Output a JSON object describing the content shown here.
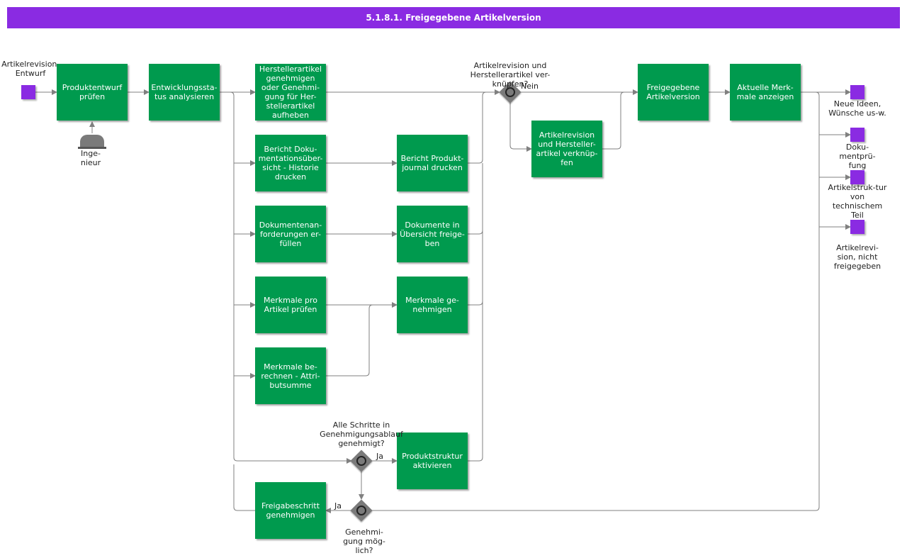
{
  "title": "5.1.8.1. Freigegebene Artikelversion",
  "colors": {
    "task": "#009a4e",
    "event": "#8a2be2",
    "gateway": "#7a7a7a",
    "edge": "#808080"
  },
  "events": {
    "start": "Artikelrevision, Entwurf",
    "end1": "Neue Ideen, Wünsche us-w.",
    "end2": "Doku-mentprü-fung",
    "end3": "Artikelstruk-tur von technischem Teil",
    "end4": "Artikelrevi-sion, nicht freigegeben"
  },
  "actor": {
    "label": "Inge-nieur",
    "icon": "person-icon"
  },
  "tasks": {
    "t1": "Produktentwurf prüfen",
    "t2": "Entwicklungssta-tus analysieren",
    "t3": "Herstellerartikel genehmigen oder Genehmi-gung für Her-stellerartikel aufheben",
    "t4": "Bericht Doku-mentationsüber-sicht - Historie drucken",
    "t5": "Dokumentenan-forderungen er-füllen",
    "t6": "Merkmale pro Artikel prüfen",
    "t7": "Merkmale be-rechnen - Attri-butsumme",
    "t8": "Freigabeschritt genehmigen",
    "t9": "Bericht Produkt-journal drucken",
    "t10": "Dokumente in Übersicht freige-ben",
    "t11": "Merkmale ge-nehmigen",
    "t12": "Produktstruktur aktivieren",
    "t13": "Artikelrevision und Hersteller-artikel verknüp-fen",
    "t14": "Freigegebene Artikelversion",
    "t15": "Aktuelle Merk-male anzeigen"
  },
  "gateways": {
    "g1": "Artikelrevision und Herstellerartikel ver-knüpfen?",
    "g2": "Alle Schritte in Genehmigungsablauf genehmigt?",
    "g3": "Genehmi-gung mög-lich?"
  },
  "edge_labels": {
    "nein": "Nein",
    "ja1": "Ja",
    "ja2": "Ja"
  }
}
